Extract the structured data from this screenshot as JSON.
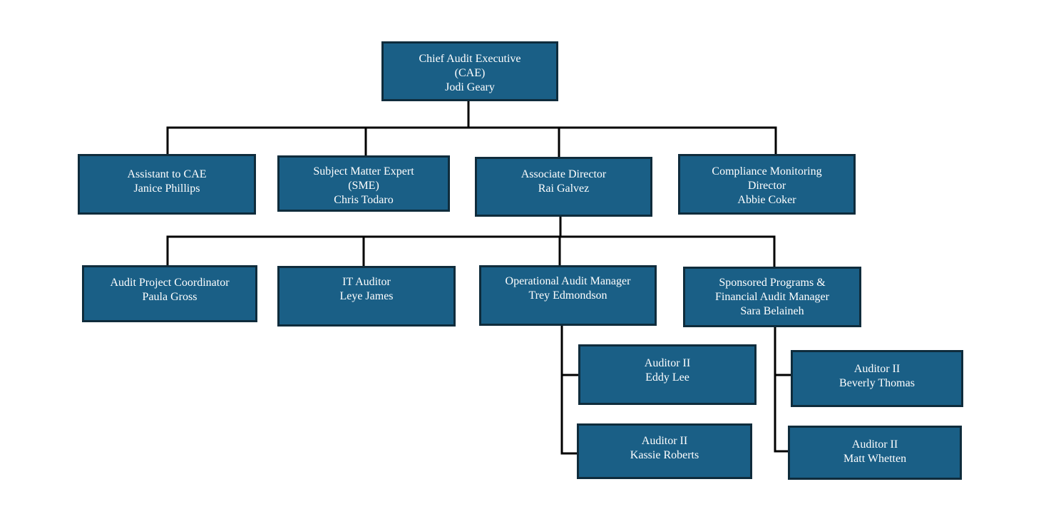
{
  "colors": {
    "box_fill": "#1a5f86",
    "box_border": "#0f2c3c",
    "box_text": "#ffffff",
    "connector": "#000000",
    "background": "#ffffff"
  },
  "nodes": {
    "cae": {
      "lines": [
        "Chief Audit Executive",
        "(CAE)",
        "Jodi Geary"
      ]
    },
    "asst": {
      "lines": [
        "Assistant to CAE",
        "Janice Phillips"
      ]
    },
    "sme": {
      "lines": [
        "Subject Matter Expert",
        "(SME)",
        "Chris Todaro"
      ]
    },
    "assoc": {
      "lines": [
        "Associate Director",
        "Rai Galvez"
      ]
    },
    "comp": {
      "lines": [
        "Compliance Monitoring",
        "Director",
        "Abbie Coker"
      ]
    },
    "apc": {
      "lines": [
        "Audit Project Coordinator",
        "Paula Gross"
      ]
    },
    "it": {
      "lines": [
        "IT Auditor",
        "Leye James"
      ]
    },
    "opm": {
      "lines": [
        "Operational Audit Manager",
        "Trey Edmondson"
      ]
    },
    "spm": {
      "lines": [
        "Sponsored Programs &",
        "Financial Audit Manager",
        "Sara Belaineh"
      ]
    },
    "eddy": {
      "lines": [
        "Auditor II",
        "Eddy Lee"
      ]
    },
    "kassie": {
      "lines": [
        "Auditor II",
        "Kassie Roberts"
      ]
    },
    "beverly": {
      "lines": [
        "Auditor II",
        "Beverly Thomas"
      ]
    },
    "matt": {
      "lines": [
        "Auditor II",
        "Matt Whetten"
      ]
    }
  }
}
